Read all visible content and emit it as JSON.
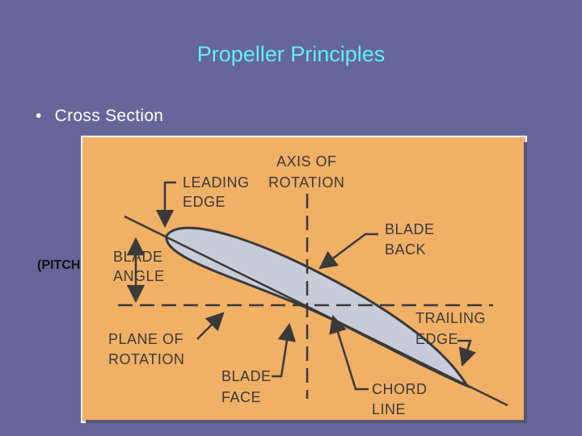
{
  "slide": {
    "title": "Propeller Principles",
    "bullet_marker": "•",
    "bullet_text": "Cross Section",
    "side_note": "(PITCH)"
  },
  "diagram": {
    "background_color": "#f0b066",
    "blade_fill": "#c8cbd8",
    "ink_color": "#3a3a3a",
    "labels": {
      "axis_line1": "AXIS OF",
      "axis_line2": "ROTATION",
      "leading_line1": "LEADING",
      "leading_line2": "EDGE",
      "blade_back_line1": "BLADE",
      "blade_back_line2": "BACK",
      "blade_angle_line1": "BLADE",
      "blade_angle_line2": "ANGLE",
      "trailing_line1": "TRAILING",
      "trailing_line2": "EDGE",
      "plane_line1": "PLANE OF",
      "plane_line2": "ROTATION",
      "blade_face_line1": "BLADE",
      "blade_face_line2": "FACE",
      "chord_line1": "CHORD",
      "chord_line2": "LINE"
    }
  }
}
